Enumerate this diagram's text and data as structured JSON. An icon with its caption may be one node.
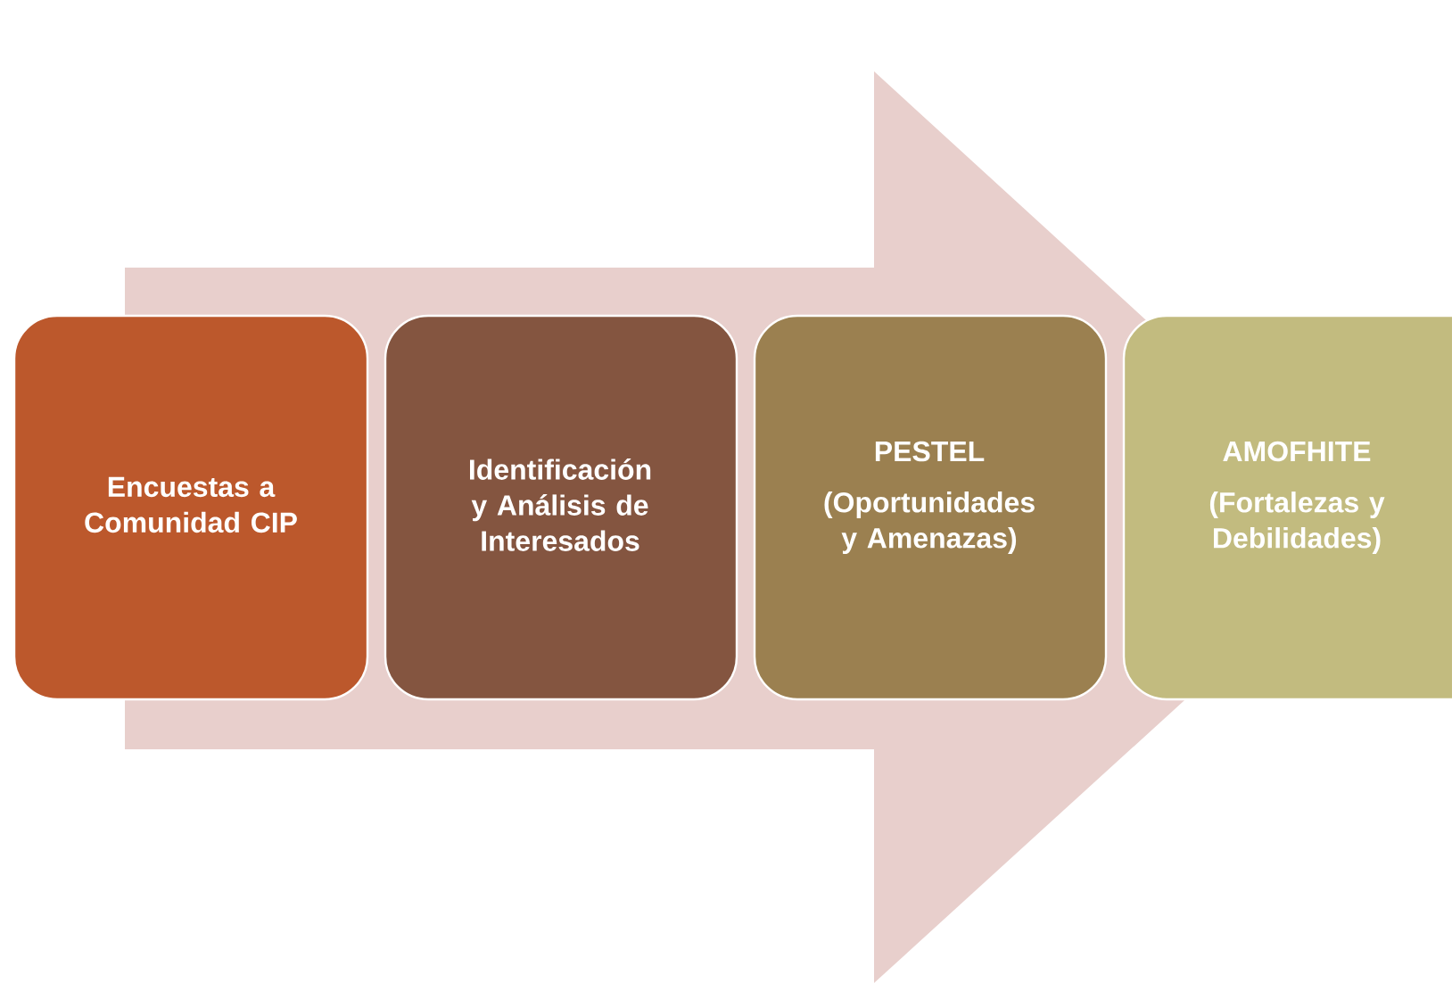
{
  "diagram": {
    "nodes": [
      {
        "text": [
          "Encuestas a Comunidad CIP"
        ]
      },
      {
        "text": [
          "Identificación y Análisis de Interesados"
        ]
      },
      {
        "text": [
          "PESTEL",
          "(Oportunidades y Amenazas)"
        ]
      },
      {
        "text": [
          "AMOFHITE",
          "(Fortalezas y Debilidades)"
        ]
      }
    ],
    "edges": [
      {
        "from": 0,
        "to": 3,
        "arrow": "to"
      }
    ]
  }
}
